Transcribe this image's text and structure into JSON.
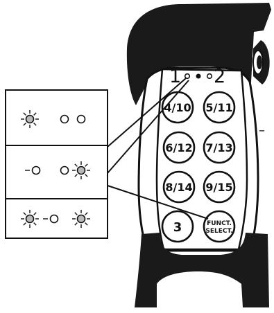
{
  "remote": {
    "indicator_left_label": "1",
    "indicator_right_label": "2",
    "buttons": [
      {
        "label": "4/10"
      },
      {
        "label": "5/11"
      },
      {
        "label": "6/12"
      },
      {
        "label": "7/13"
      },
      {
        "label": "8/14"
      },
      {
        "label": "9/15"
      },
      {
        "label": "3"
      },
      {
        "label_line1": "FUNCT.",
        "label_line2": "SELECT."
      }
    ],
    "side_mark": "–"
  },
  "legend": {
    "rows": [
      {
        "led1": "on",
        "led2": "off",
        "led3": "off"
      },
      {
        "led1": "off",
        "led2": "off",
        "led3": "on"
      },
      {
        "led1": "on",
        "led2": "off",
        "led3": "on"
      }
    ]
  },
  "colors": {
    "outline": "#111111",
    "housing": "#1a1a1a",
    "led_on_fill": "#b9b9b9"
  }
}
